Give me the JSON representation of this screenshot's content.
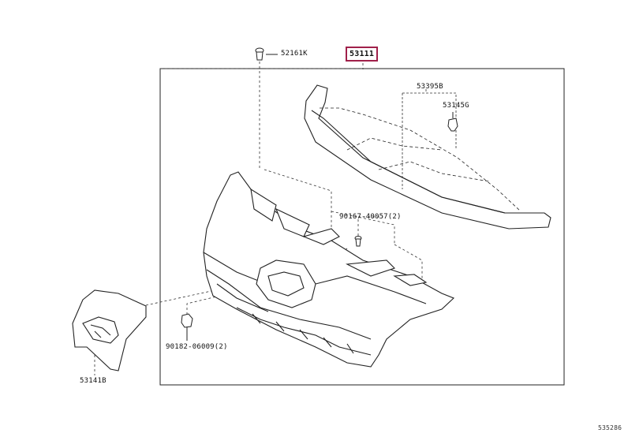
{
  "colors": {
    "highlight_border": "#a0204a",
    "line": "#222222"
  },
  "parts": {
    "clip_top": "52161K",
    "assembly": "53111",
    "molding": "53395B",
    "clip_molding": "53145G",
    "screw": "90167-40057(2)",
    "nut": "90182-06009(2)",
    "emblem": "53141B"
  },
  "figure_code": "535286"
}
